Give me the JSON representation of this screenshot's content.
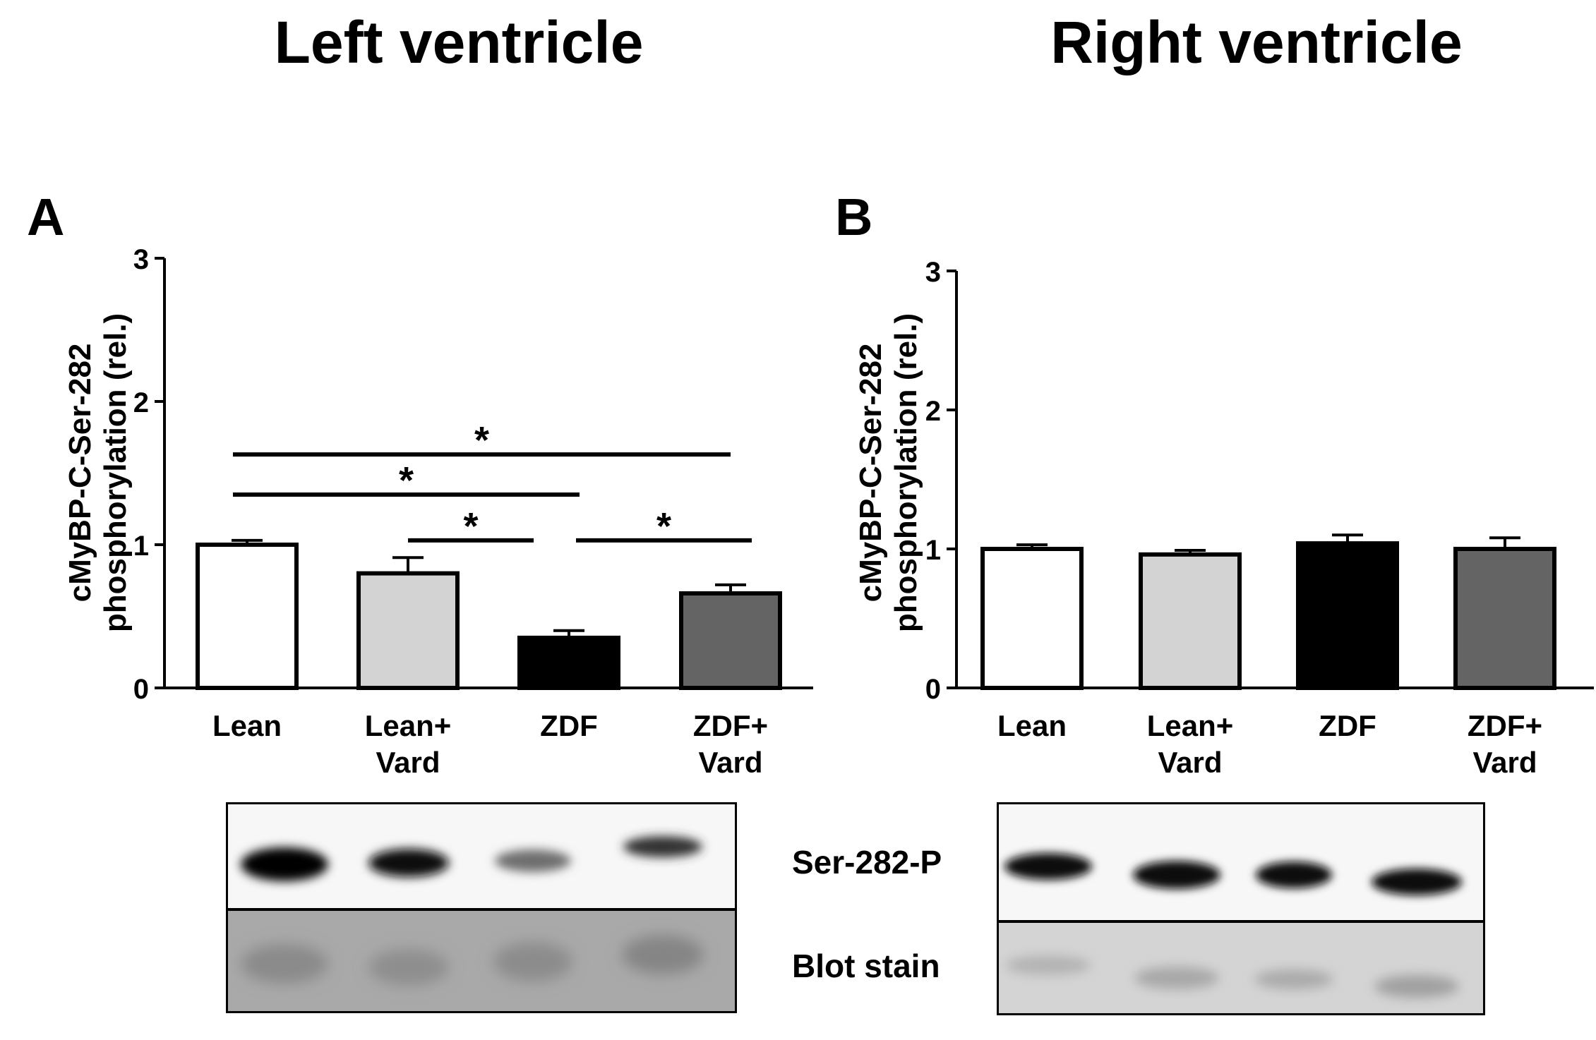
{
  "titles": {
    "left": "Left ventricle",
    "right": "Right ventricle"
  },
  "blot_labels": {
    "phospho": "Ser-282-P",
    "stain": "Blot stain"
  },
  "colors": {
    "lean": "#ffffff",
    "lean_vard": "#d3d3d3",
    "zdf": "#000000",
    "zdf_vard": "#646464"
  },
  "chart_data": [
    {
      "panel": "A",
      "type": "bar",
      "ylabel": [
        "cMyBP-C-Ser-282",
        "phosphorylation (rel.)"
      ],
      "yticks": [
        "0",
        "1",
        "2",
        "3"
      ],
      "ylim": [
        0,
        3
      ],
      "categories": [
        [
          "Lean"
        ],
        [
          "Lean+",
          "Vard"
        ],
        [
          "ZDF"
        ],
        [
          "ZDF+",
          "Vard"
        ]
      ],
      "values": [
        1.0,
        0.8,
        0.35,
        0.66
      ],
      "errors": [
        0.03,
        0.11,
        0.05,
        0.06
      ],
      "significance": [
        {
          "from": 0,
          "to": 3,
          "y": 1.63,
          "label": "*"
        },
        {
          "from": 0,
          "to": 2,
          "y": 1.35,
          "label": "*"
        },
        {
          "from": 1,
          "to": 2,
          "y": 1.03,
          "label": "*"
        },
        {
          "from": 2,
          "to": 3,
          "y": 1.03,
          "label": "*"
        }
      ]
    },
    {
      "panel": "B",
      "type": "bar",
      "ylabel": [
        "cMyBP-C-Ser-282",
        "phosphorylation (rel.)"
      ],
      "yticks": [
        "0",
        "1",
        "2",
        "3"
      ],
      "ylim": [
        0,
        3
      ],
      "categories": [
        [
          "Lean"
        ],
        [
          "Lean+",
          "Vard"
        ],
        [
          "ZDF"
        ],
        [
          "ZDF+",
          "Vard"
        ]
      ],
      "values": [
        1.0,
        0.96,
        1.04,
        1.0
      ],
      "errors": [
        0.03,
        0.03,
        0.06,
        0.08
      ],
      "significance": []
    }
  ]
}
